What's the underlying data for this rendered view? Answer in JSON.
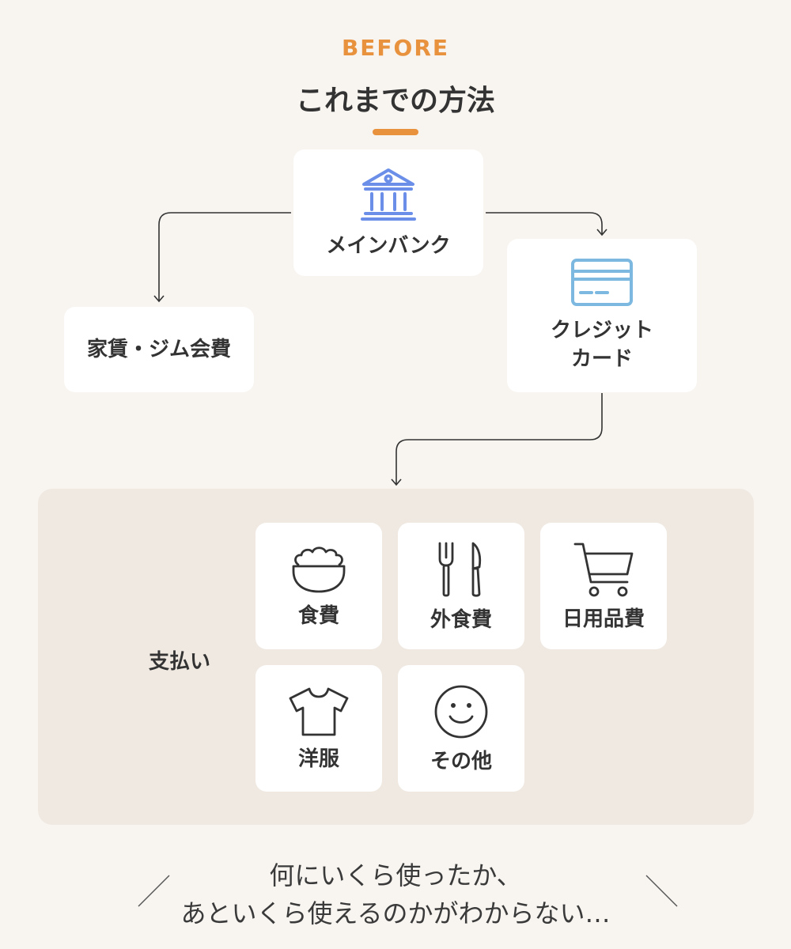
{
  "header": {
    "eyebrow": "BEFORE",
    "title": "これまでの方法"
  },
  "nodes": {
    "bank": {
      "label": "メインバンク",
      "icon": "bank-icon"
    },
    "rent": {
      "label": "家賃・ジム会費"
    },
    "credit": {
      "label_line1": "クレジット",
      "label_line2": "カード",
      "icon": "credit-card-icon"
    }
  },
  "payments": {
    "label": "支払い",
    "items": [
      {
        "label": "食費",
        "icon": "rice-bowl-icon"
      },
      {
        "label": "外食費",
        "icon": "fork-knife-icon"
      },
      {
        "label": "日用品費",
        "icon": "shopping-cart-icon"
      },
      {
        "label": "洋服",
        "icon": "t-shirt-icon"
      },
      {
        "label": "その他",
        "icon": "smiley-icon"
      }
    ]
  },
  "footer": {
    "line1": "何にいくら使ったか、",
    "line2": "あといくら使えるのかがわからない…"
  },
  "colors": {
    "accent": "#e8923e",
    "bank_icon": "#6b8fe8",
    "card_icon": "#7cb8e0",
    "background": "#f8f5f1",
    "panel": "#f0e9e2"
  }
}
